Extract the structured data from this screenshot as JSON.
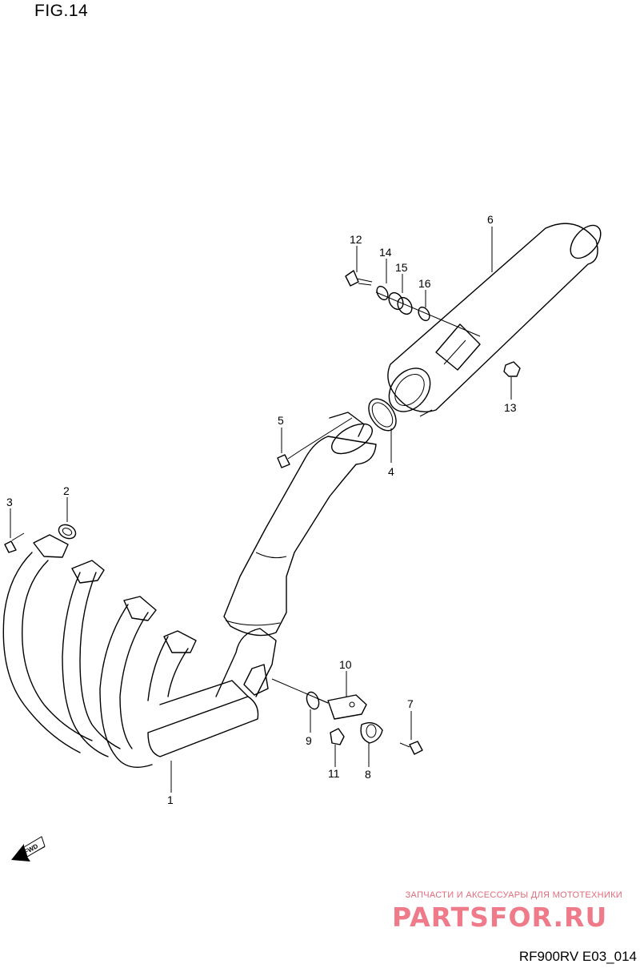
{
  "title": "FIG.14",
  "diagram_code": "RF900RV E03_014",
  "watermark": {
    "tagline": "ЗАПЧАСТИ И АКСЕССУАРЫ ДЛЯ МОТОТЕХНИКИ",
    "logo": "PARTSFOR.RU"
  },
  "fwd_label": "FWD",
  "parts": [
    {
      "id": "1",
      "label": "1"
    },
    {
      "id": "2",
      "label": "2"
    },
    {
      "id": "3",
      "label": "3"
    },
    {
      "id": "4",
      "label": "4"
    },
    {
      "id": "5",
      "label": "5"
    },
    {
      "id": "6",
      "label": "6"
    },
    {
      "id": "7",
      "label": "7"
    },
    {
      "id": "8",
      "label": "8"
    },
    {
      "id": "9",
      "label": "9"
    },
    {
      "id": "10",
      "label": "10"
    },
    {
      "id": "11",
      "label": "11"
    },
    {
      "id": "12",
      "label": "12"
    },
    {
      "id": "13",
      "label": "13"
    },
    {
      "id": "14",
      "label": "14"
    },
    {
      "id": "15",
      "label": "15"
    },
    {
      "id": "16",
      "label": "16"
    }
  ]
}
